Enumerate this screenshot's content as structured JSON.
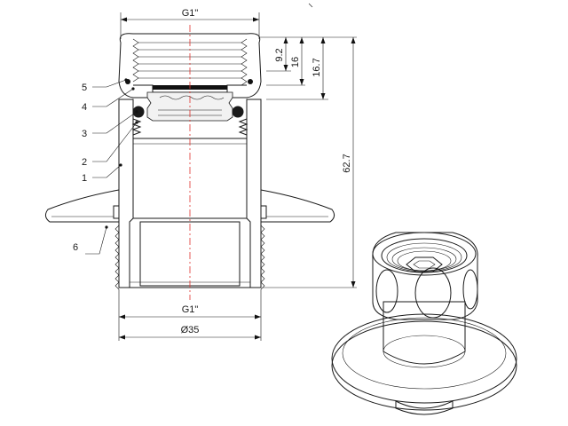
{
  "dimensions": {
    "top_thread": "G1\"",
    "bottom_thread": "G1\"",
    "diameter": "Ø35",
    "h1": "9.2",
    "h2": "16",
    "h3": "16.7",
    "total_height": "62.7"
  },
  "callouts": [
    "5",
    "4",
    "3",
    "2",
    "1",
    "6"
  ],
  "colors": {
    "line": "#1a1a1a",
    "axis": "#e0312b",
    "background": "#ffffff"
  }
}
